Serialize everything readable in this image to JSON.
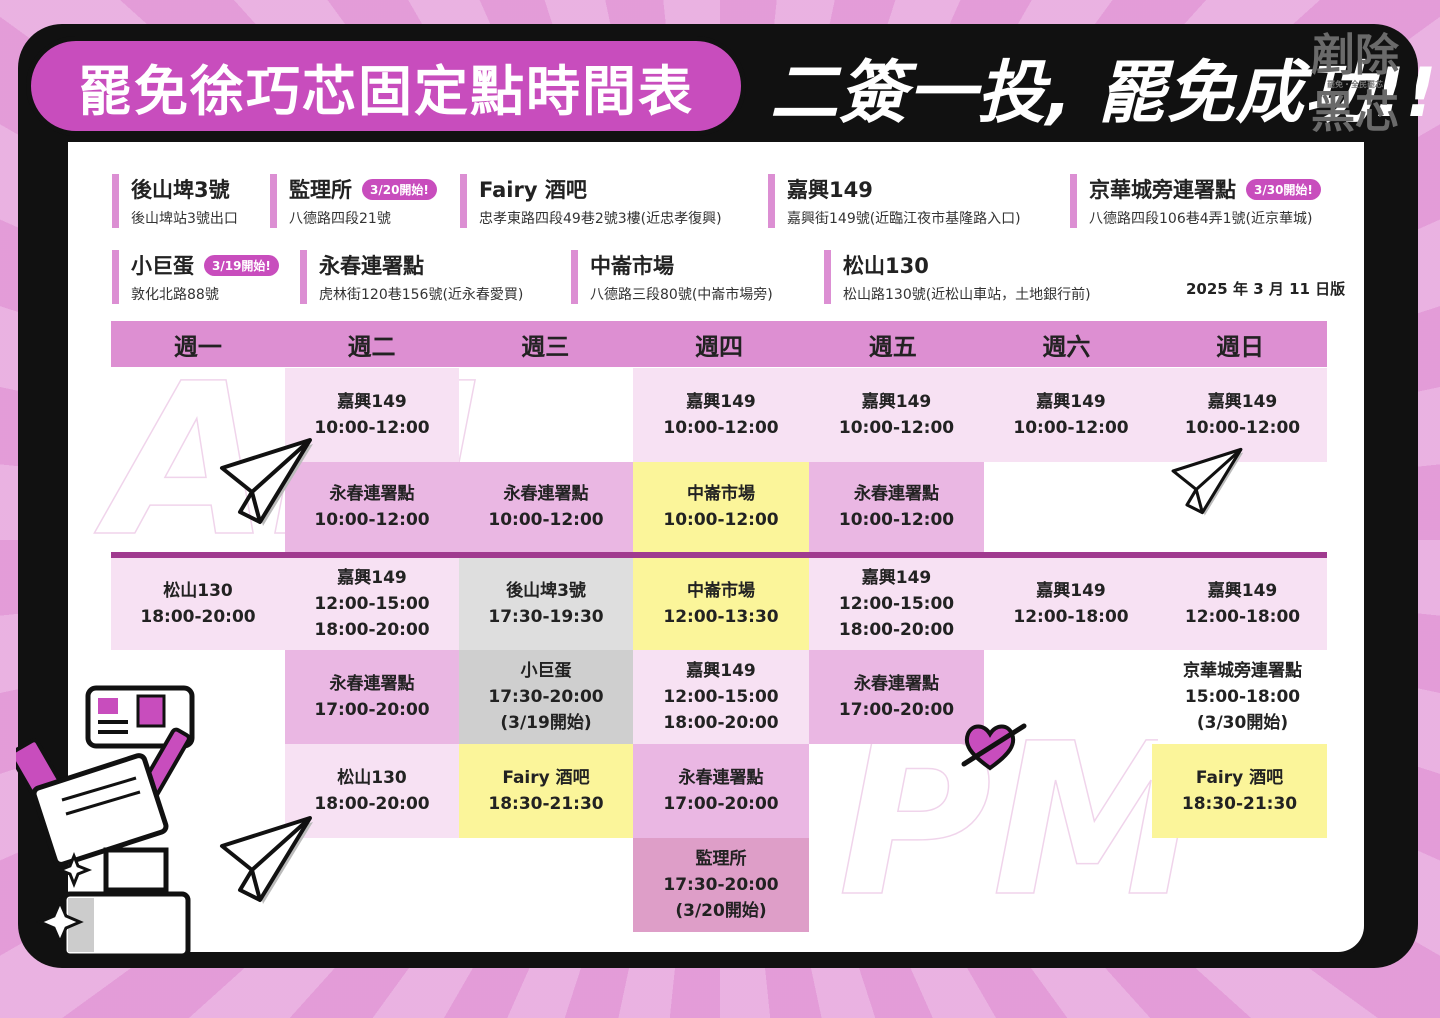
{
  "header": {
    "title": "罷免徐巧芯固定點時間表",
    "slogan": "二簽一投, 罷免成功!!",
    "stamp_big_1": "剷除",
    "stamp_big_2": "黑芯",
    "stamp_small": "罷免‧全民罷芯"
  },
  "locations": [
    {
      "name": "後山埤3號",
      "address": "後山埤站3號出口",
      "badge": ""
    },
    {
      "name": "監理所",
      "address": "八德路四段21號",
      "badge": "3/20開始!"
    },
    {
      "name": "Fairy 酒吧",
      "address": "忠孝東路四段49巷2號3樓(近忠孝復興)",
      "badge": ""
    },
    {
      "name": "嘉興149",
      "address": "嘉興街149號(近臨江夜市基隆路入口)",
      "badge": ""
    },
    {
      "name": "京華城旁連署點",
      "address": "八德路四段106巷4弄1號(近京華城)",
      "badge": "3/30開始!"
    },
    {
      "name": "小巨蛋",
      "address": "敦化北路88號",
      "badge": "3/19開始!"
    },
    {
      "name": "永春連署點",
      "address": "虎林街120巷156號(近永春愛買)",
      "badge": ""
    },
    {
      "name": "中崙市場",
      "address": "八德路三段80號(中崙市場旁)",
      "badge": ""
    },
    {
      "name": "松山130",
      "address": "松山路130號(近松山車站，土地銀行前)",
      "badge": ""
    }
  ],
  "version_date": "2025 年 3 月 11 日版",
  "weekdays": [
    "週一",
    "週二",
    "週三",
    "週四",
    "週五",
    "週六",
    "週日"
  ],
  "am_label": "AM",
  "pm_label": "PM",
  "slots": [
    {
      "lines": [
        "嘉興149",
        "10:00-12:00"
      ]
    },
    {
      "lines": [
        "嘉興149",
        "10:00-12:00"
      ]
    },
    {
      "lines": [
        "嘉興149",
        "10:00-12:00"
      ]
    },
    {
      "lines": [
        "嘉興149",
        "10:00-12:00"
      ]
    },
    {
      "lines": [
        "嘉興149",
        "10:00-12:00"
      ]
    },
    {
      "lines": [
        "永春連署點",
        "10:00-12:00"
      ]
    },
    {
      "lines": [
        "永春連署點",
        "10:00-12:00"
      ]
    },
    {
      "lines": [
        "中崙市場",
        "10:00-12:00"
      ]
    },
    {
      "lines": [
        "永春連署點",
        "10:00-12:00"
      ]
    },
    {
      "lines": [
        "松山130",
        "18:00-20:00"
      ]
    },
    {
      "lines": [
        "嘉興149",
        "12:00-15:00",
        "18:00-20:00"
      ]
    },
    {
      "lines": [
        "後山埤3號",
        "17:30-19:30"
      ]
    },
    {
      "lines": [
        "中崙市場",
        "12:00-13:30"
      ]
    },
    {
      "lines": [
        "嘉興149",
        "12:00-15:00",
        "18:00-20:00"
      ]
    },
    {
      "lines": [
        "嘉興149",
        "12:00-18:00"
      ]
    },
    {
      "lines": [
        "嘉興149",
        "12:00-18:00"
      ]
    },
    {
      "lines": [
        "永春連署點",
        "17:00-20:00"
      ]
    },
    {
      "lines": [
        "小巨蛋",
        "17:30-20:00",
        "(3/19開始)"
      ]
    },
    {
      "lines": [
        "嘉興149",
        "12:00-15:00",
        "18:00-20:00"
      ]
    },
    {
      "lines": [
        "永春連署點",
        "17:00-20:00"
      ]
    },
    {
      "lines": [
        "京華城旁連署點",
        "15:00-18:00",
        "(3/30開始)"
      ]
    },
    {
      "lines": [
        "松山130",
        "18:00-20:00"
      ]
    },
    {
      "lines": [
        "Fairy 酒吧",
        "18:30-21:30"
      ]
    },
    {
      "lines": [
        "永春連署點",
        "17:00-20:00"
      ]
    },
    {
      "lines": [
        "Fairy 酒吧",
        "18:30-21:30"
      ]
    },
    {
      "lines": [
        "監理所",
        "17:30-20:00",
        "(3/20開始)"
      ]
    }
  ],
  "colors": {
    "brand_purple": "#c84dbd",
    "accent_pink": "#dd8fd2",
    "yellow": "#fbf59a",
    "gray": "#dedede"
  }
}
